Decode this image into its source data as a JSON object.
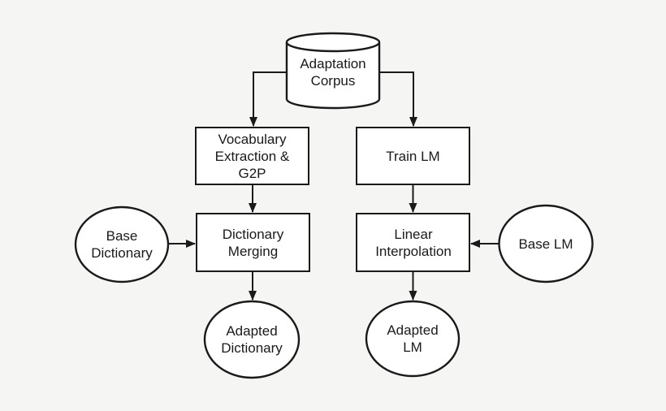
{
  "figure": {
    "type": "flowchart",
    "background_color": "#f5f5f4",
    "node_fill_color": "#ffffff",
    "line_color": "#1a1a1a"
  },
  "nodes": {
    "adaptation_corpus": {
      "shape": "cylinder",
      "lines": [
        "Adaptation",
        "Corpus"
      ]
    },
    "vocabulary_extraction": {
      "shape": "rect",
      "lines": [
        "Vocabulary",
        "Extraction &",
        "G2P"
      ]
    },
    "train_lm": {
      "shape": "rect",
      "lines": [
        "Train LM"
      ]
    },
    "dictionary_merging": {
      "shape": "rect",
      "lines": [
        "Dictionary",
        "Merging"
      ]
    },
    "linear_interpolation": {
      "shape": "rect",
      "lines": [
        "Linear",
        "Interpolation"
      ]
    },
    "base_dictionary": {
      "shape": "ellipse",
      "lines": [
        "Base",
        "Dictionary"
      ]
    },
    "base_lm": {
      "shape": "ellipse",
      "lines": [
        "Base LM"
      ]
    },
    "adapted_dictionary": {
      "shape": "ellipse",
      "lines": [
        "Adapted",
        "Dictionary"
      ]
    },
    "adapted_lm": {
      "shape": "ellipse",
      "lines": [
        "Adapted",
        "LM"
      ]
    }
  },
  "edges": [
    {
      "from": "adaptation_corpus",
      "to": "vocabulary_extraction"
    },
    {
      "from": "adaptation_corpus",
      "to": "train_lm"
    },
    {
      "from": "vocabulary_extraction",
      "to": "dictionary_merging"
    },
    {
      "from": "train_lm",
      "to": "linear_interpolation"
    },
    {
      "from": "base_dictionary",
      "to": "dictionary_merging"
    },
    {
      "from": "base_lm",
      "to": "linear_interpolation"
    },
    {
      "from": "dictionary_merging",
      "to": "adapted_dictionary"
    },
    {
      "from": "linear_interpolation",
      "to": "adapted_lm"
    }
  ]
}
